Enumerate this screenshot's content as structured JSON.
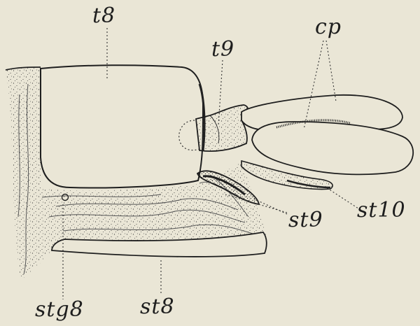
{
  "figure": {
    "labels": {
      "t8": "t8",
      "t9": "t9",
      "cp": "cp",
      "st9": "st9",
      "st10": "st10",
      "stg8": "stg8",
      "st8": "st8"
    }
  }
}
